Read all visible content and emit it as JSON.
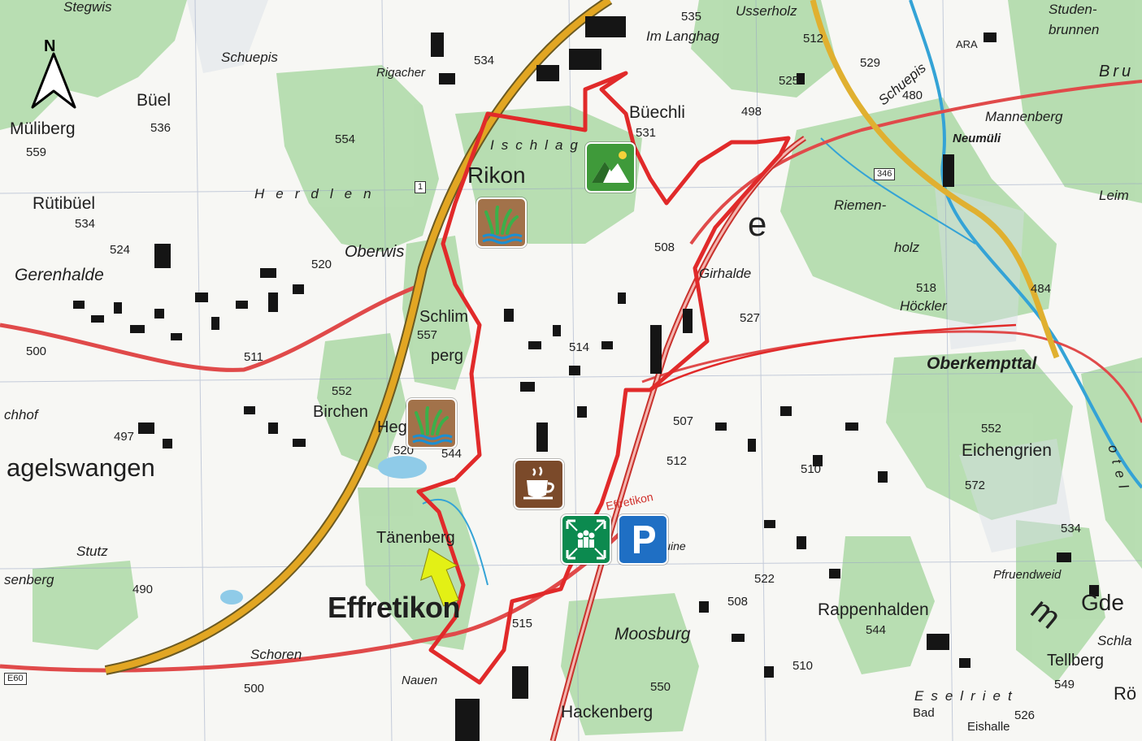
{
  "map": {
    "north_label": "N",
    "colors": {
      "route": "#e12a2a",
      "forest": "#a9d6a3",
      "motorway": "#e2a623",
      "main_road": "#e04a4a",
      "water": "#34a3d6",
      "building": "#111111",
      "parking": "#1f6fc4",
      "meeting": "#0c8a4f",
      "cafe": "#7b4a2a",
      "wetland": "#a2724a",
      "viewpoint": "#3f9a3a",
      "arrow": "#e3f015"
    },
    "labels": {
      "stegwis": "Stegwis",
      "schuepis_w": "Schuepis",
      "rigacher": "Rigacher",
      "im_langhag": "Im Langhag",
      "usserholz": "Usserholz",
      "studenbrunnen_1": "Studen-",
      "studenbrunnen_2": "brunnen",
      "bru": "Bru",
      "ara": "ARA",
      "schuepis_e": "Schuepis",
      "mannenberg": "Mannenberg",
      "neumuli": "Neumüli",
      "leim": "Leim",
      "buel": "Büel",
      "muliberg": "Müliberg",
      "buechli": "Büechli",
      "ischlag": "Ischlag",
      "rikon": "Rikon",
      "herdlen": "Herdlen",
      "rutibuel": "Rütibüel",
      "oberwis": "Oberwis",
      "riemenholz_1": "Riemen-",
      "riemenholz_2": "holz",
      "gerenhalde": "Gerenhalde",
      "girhalde": "Girhalde",
      "hockler": "Höckler",
      "schlimperg_1": "Schlim",
      "schlimperg_2": "perg",
      "oberkempttal": "Oberkempttal",
      "birchen": "Birchen",
      "chhof": "chhof",
      "hegnberg": "Hegnberg",
      "agelswangen": "agelswangen",
      "eichengrien": "Eichengrien",
      "effretikon_small": "Effretikon",
      "tanenberg": "Tänenberg",
      "stutz": "Stutz",
      "burgruine": "Burgruine",
      "senberg": "senberg",
      "pfruendweid": "Pfruendweid",
      "gde": "Gde",
      "effretikon_big": "Effretikon",
      "rappenhalden": "Rappenhalden",
      "moosburg": "Moosburg",
      "schlai": "Schla",
      "schoren": "Schoren",
      "tellberg": "Tellberg",
      "nauen": "Nauen",
      "eselriet": "Eselriet",
      "ro": "Rö",
      "hackenberg": "Hackenberg",
      "bad": "Bad",
      "eishalle": "Eishalle",
      "e_letter": "e",
      "m_letter": "m",
      "otel": "otel"
    },
    "elevations": [
      "535",
      "534",
      "512",
      "529",
      "525",
      "480",
      "498",
      "536",
      "559",
      "554",
      "531",
      "534",
      "524",
      "508",
      "520",
      "484",
      "518",
      "527",
      "557",
      "514",
      "500",
      "511",
      "552",
      "497",
      "520",
      "544",
      "507",
      "512",
      "510",
      "552",
      "572",
      "534",
      "490",
      "522",
      "508",
      "544",
      "515",
      "550",
      "510",
      "549",
      "526",
      "500"
    ],
    "road_numbers": [
      "1",
      "346",
      "E60"
    ]
  }
}
